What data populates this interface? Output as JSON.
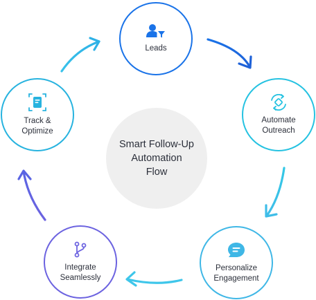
{
  "center": {
    "title": "Smart Follow-Up\nAutomation\nFlow"
  },
  "nodes": {
    "leads": {
      "label": "Leads",
      "icon": "user-filter-icon",
      "color": "#1a73e8"
    },
    "outreach": {
      "label": "Automate\nOutreach",
      "icon": "automation-sync-icon",
      "color": "#25c2e1"
    },
    "engagement": {
      "label": "Personalize\nEngagement",
      "icon": "chat-bubble-icon",
      "color": "#3fb7e6"
    },
    "integrate": {
      "label": "Integrate\nSeamlessly",
      "icon": "git-branch-icon",
      "color": "#6c63e0"
    },
    "track": {
      "label": "Track &\nOptimize",
      "icon": "document-tracking-icon",
      "color": "#27b3df"
    }
  },
  "colors": {
    "arrow_blue": "#1a73e8",
    "arrow_cyan": "#3ec6ea",
    "arrow_purple": "#6c63e0",
    "center_bg": "#efefef"
  }
}
